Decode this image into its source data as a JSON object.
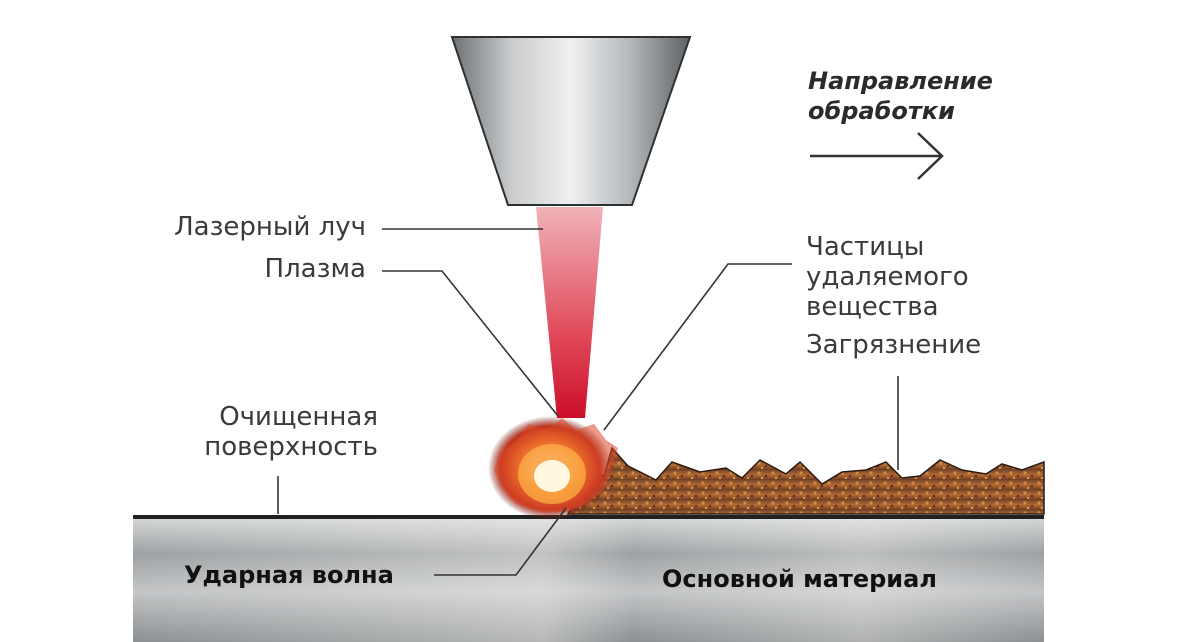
{
  "labels": {
    "laser_beam": "Лазерный луч",
    "plasma": "Плазма",
    "cleaned_surface": [
      "Очищенная",
      "поверхность"
    ],
    "particles": [
      "Частицы",
      "удаляемого",
      "вещества"
    ],
    "contamination": "Загрязнение",
    "shock_wave": "Ударная волна",
    "base_material": "Основной материал",
    "direction": [
      "Направление",
      "обработки"
    ]
  },
  "colors": {
    "text": "#3a3a3a",
    "leader": "#333333",
    "beam": "#d41a32",
    "rust": "#b5652c",
    "metal": "#a9abad"
  }
}
